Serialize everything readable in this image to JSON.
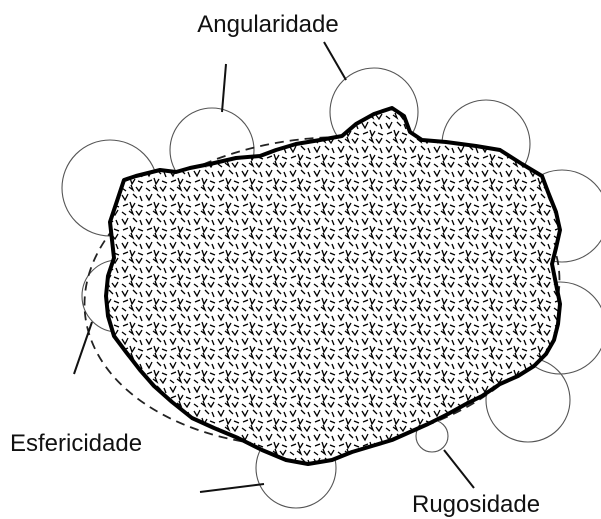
{
  "labels": {
    "angularity": "Angularidade",
    "sphericity": "Esfericidade",
    "roughness": "Rugosidade"
  },
  "colors": {
    "outline": "#000000",
    "texture": "#000000",
    "circles": "#555555",
    "background": "#ffffff"
  }
}
